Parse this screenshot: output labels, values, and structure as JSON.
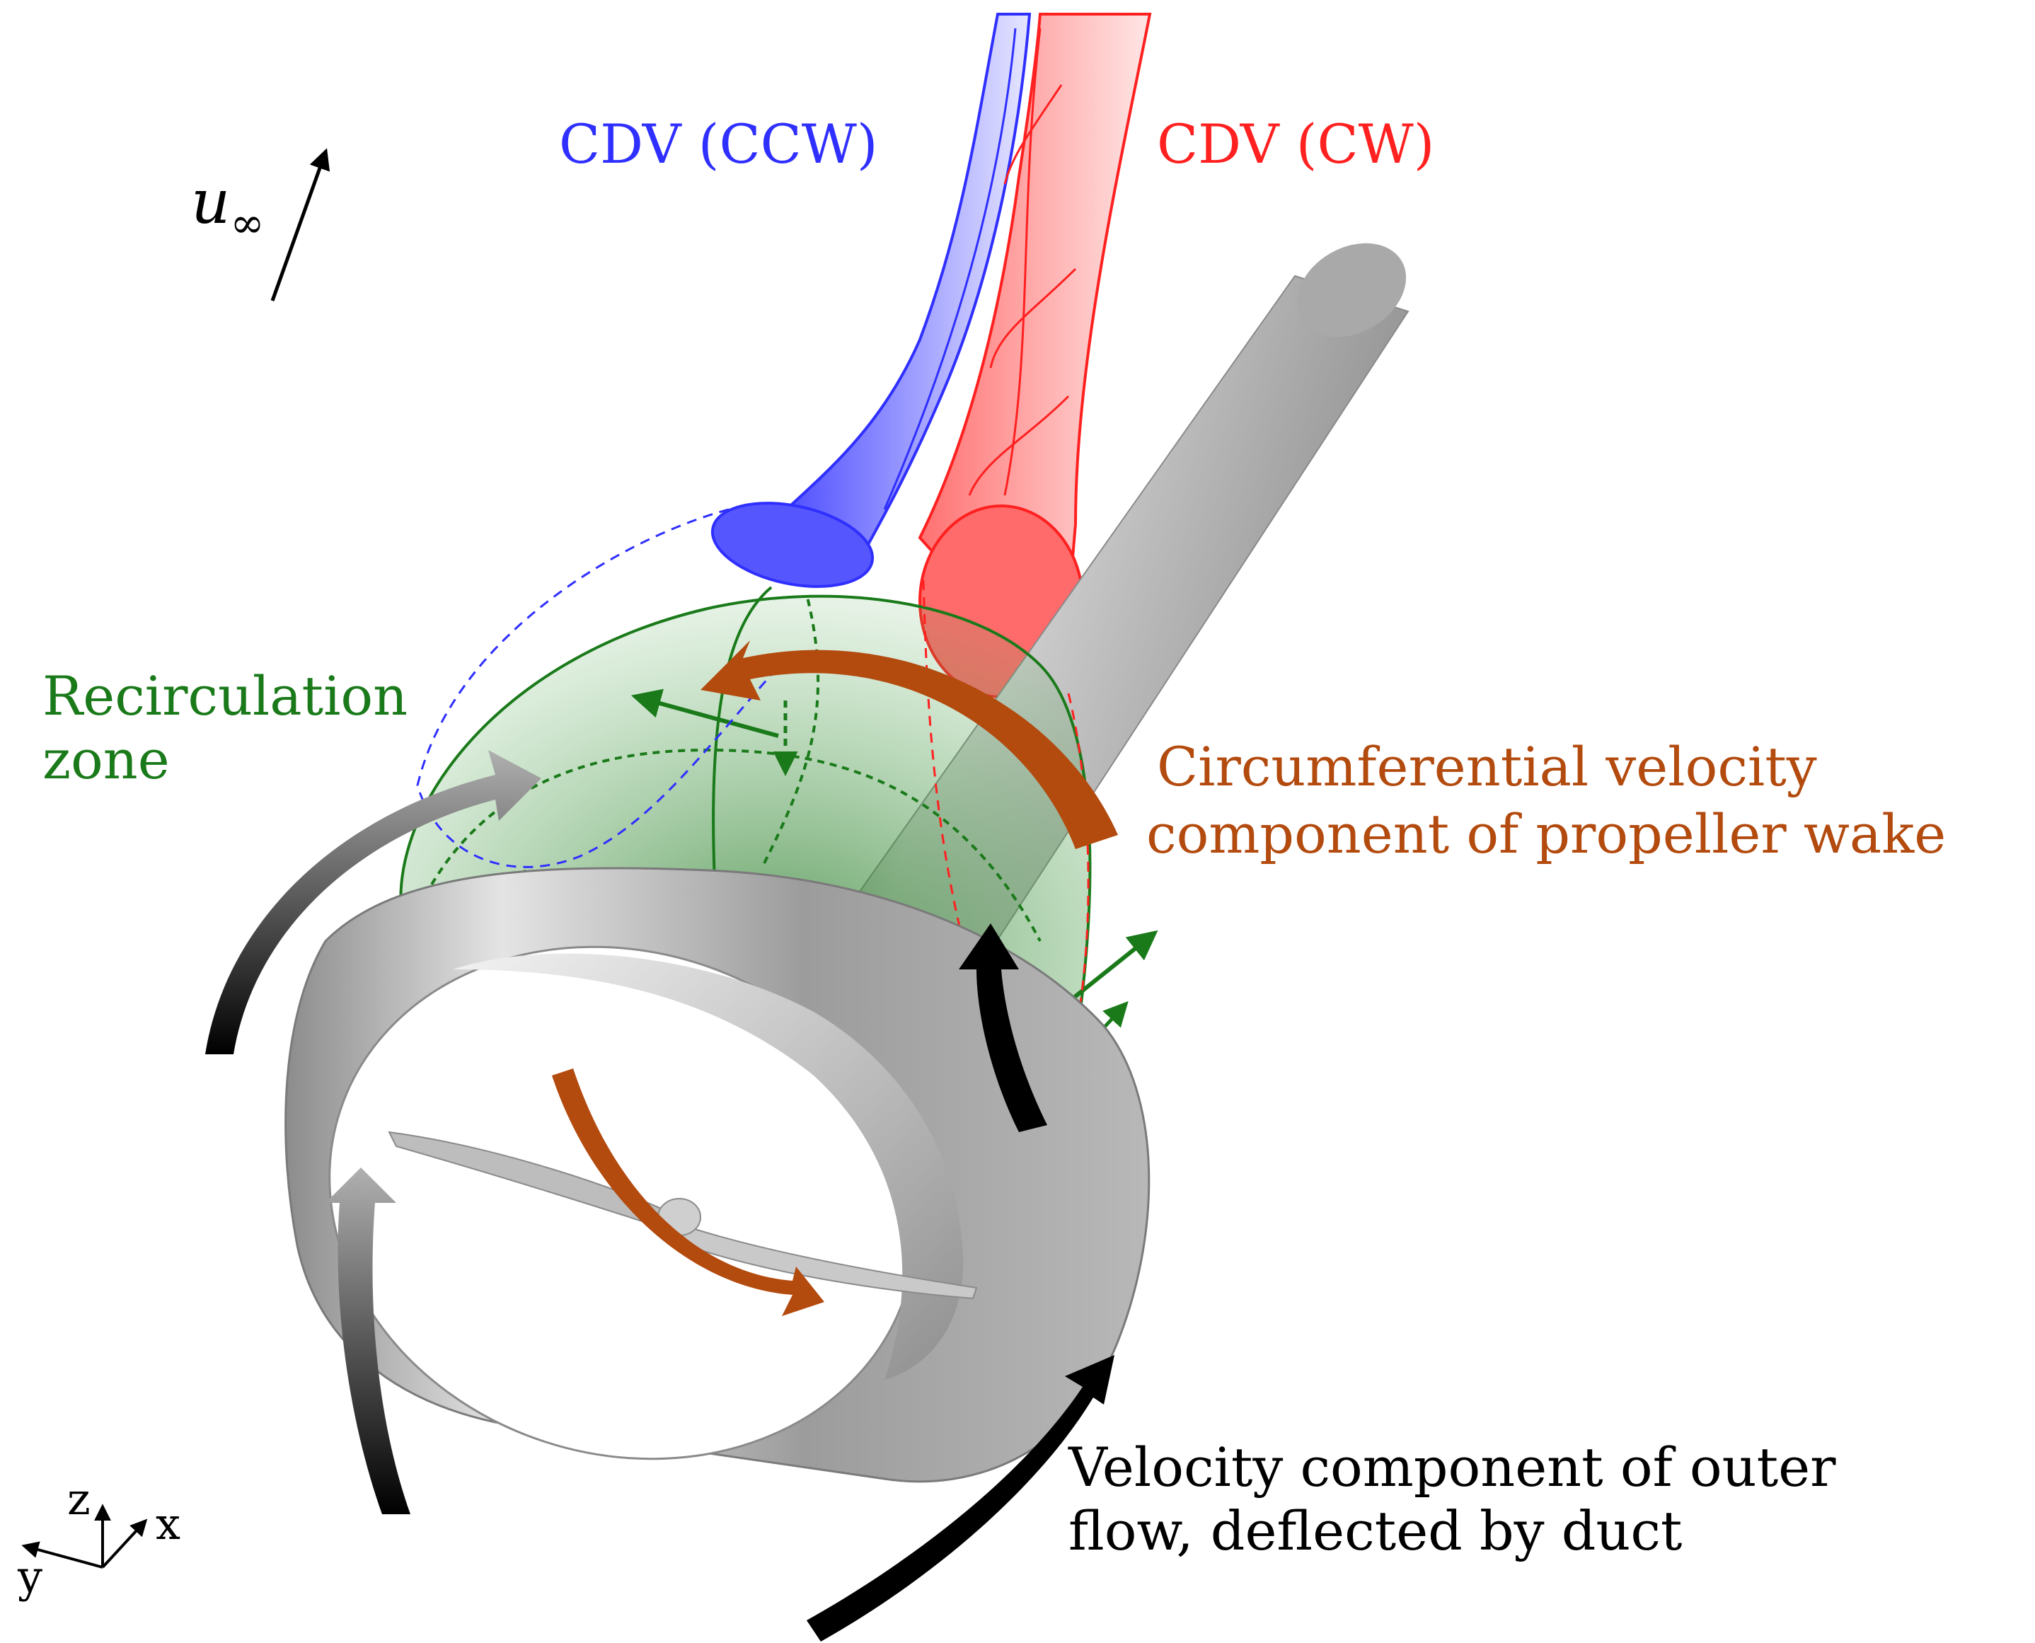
{
  "labels": {
    "freestream": "u",
    "freestream_sub": "∞",
    "cdv_ccw": "CDV (CCW)",
    "cdv_cw": "CDV (CW)",
    "recirc_line1": "Recirculation",
    "recirc_line2": "zone",
    "circ_line1": "Circumferential velocity",
    "circ_line2": "component of propeller wake",
    "outer_line1": "Velocity component of outer",
    "outer_line2": "flow, deflected by duct",
    "axis_z": "z",
    "axis_x": "x",
    "axis_y": "y"
  },
  "colors": {
    "ccw_vortex": "#2f2fff",
    "cw_vortex": "#ff2020",
    "recirculation": "#1a7a1a",
    "propeller_wake": "#b34a0e",
    "outer_flow": "#000000",
    "duct": "#9a9a9a"
  }
}
